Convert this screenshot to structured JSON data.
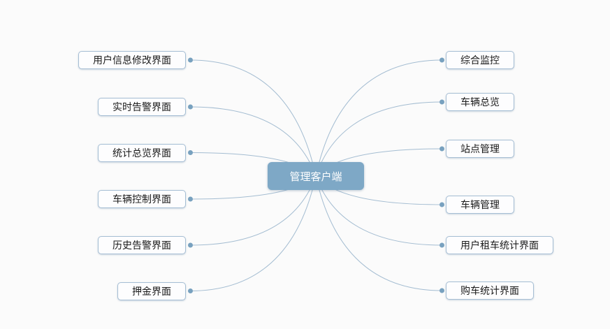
{
  "diagram": {
    "center": {
      "label": "管理客户端"
    },
    "left_nodes": [
      {
        "label": "用户信息修改界面"
      },
      {
        "label": "实时告警界面"
      },
      {
        "label": "统计总览界面"
      },
      {
        "label": "车辆控制界面"
      },
      {
        "label": "历史告警界面"
      },
      {
        "label": "押金界面"
      }
    ],
    "right_nodes": [
      {
        "label": "综合监控"
      },
      {
        "label": "车辆总览"
      },
      {
        "label": "站点管理"
      },
      {
        "label": "车辆管理"
      },
      {
        "label": "用户租车统计界面"
      },
      {
        "label": "购车统计界面"
      }
    ]
  },
  "colors": {
    "canvas_bg": "#fbfbfb",
    "center_bg": "#7ea8c6",
    "center_text": "#ffffff",
    "node_bg": "#fdfdfe",
    "node_border": "#a6bed4",
    "line": "#a3bcd1",
    "dot": "#78a1bf"
  }
}
